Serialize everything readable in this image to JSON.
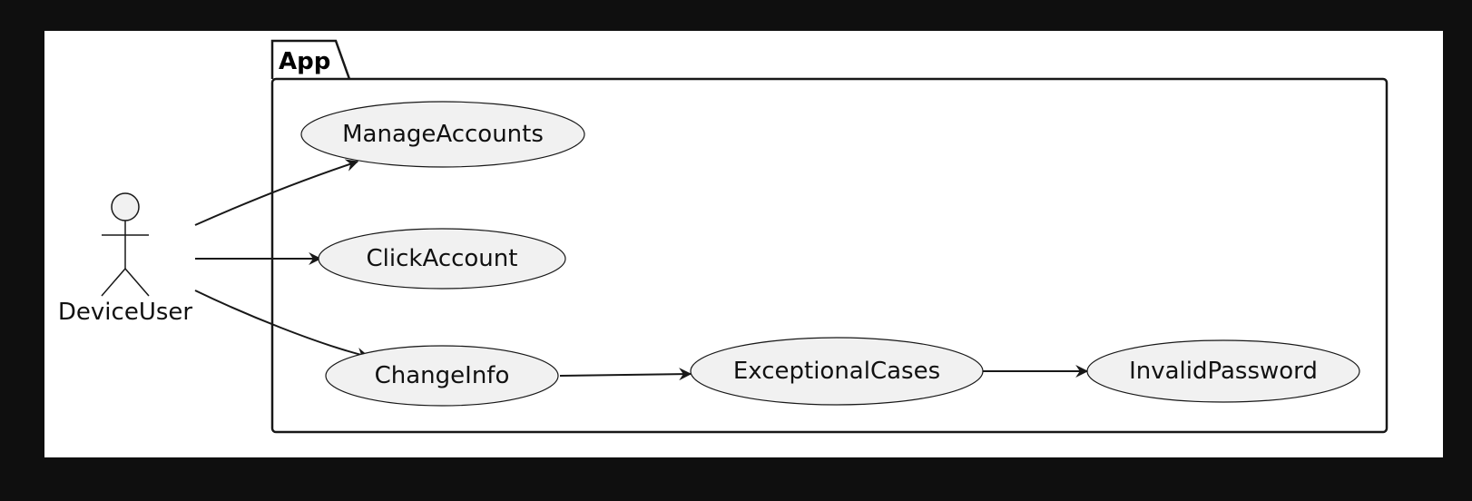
{
  "diagram": {
    "package": {
      "name": "App"
    },
    "actor": {
      "name": "DeviceUser"
    },
    "use_cases": [
      {
        "id": "manage",
        "label": "ManageAccounts"
      },
      {
        "id": "click",
        "label": "ClickAccount"
      },
      {
        "id": "change",
        "label": "ChangeInfo"
      },
      {
        "id": "exceptional",
        "label": "ExceptionalCases"
      },
      {
        "id": "invalid",
        "label": "InvalidPassword"
      }
    ],
    "relations": [
      {
        "from": "DeviceUser",
        "to": "ManageAccounts"
      },
      {
        "from": "DeviceUser",
        "to": "ClickAccount"
      },
      {
        "from": "DeviceUser",
        "to": "ChangeInfo"
      },
      {
        "from": "ChangeInfo",
        "to": "ExceptionalCases"
      },
      {
        "from": "ExceptionalCases",
        "to": "InvalidPassword"
      }
    ],
    "colors": {
      "page_bg": "#0f0f0f",
      "canvas_bg": "#ffffff",
      "use_case_fill": "#f1f1f1",
      "stroke": "#181818"
    }
  }
}
